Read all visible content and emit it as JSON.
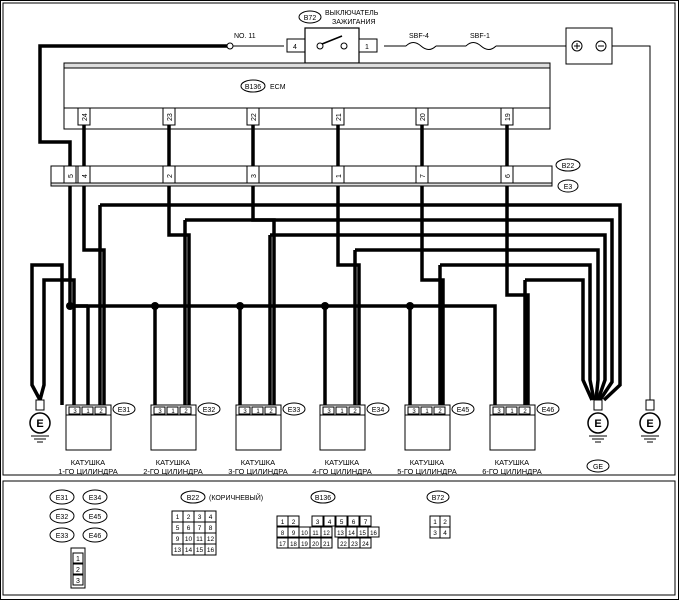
{
  "ignition": {
    "tag": "B72",
    "label_line1": "ВЫКЛЮЧАТЕЛЬ",
    "label_line2": "ЗАЖИГАНИЯ",
    "fuse_no11": "NO. 11",
    "pin_left": "4",
    "pin_right": "1",
    "sbf4": "SBF-4",
    "sbf1": "SBF-1"
  },
  "ecm": {
    "tag": "B136",
    "label": "ECM",
    "pins": [
      "24",
      "23",
      "22",
      "21",
      "20",
      "19"
    ]
  },
  "connector": {
    "tag_top": "B22",
    "tag_bottom": "E3",
    "pins": [
      "5",
      "4",
      "2",
      "3",
      "1",
      "7",
      "6"
    ]
  },
  "coils": [
    {
      "tag": "E31",
      "label1": "КАТУШКА",
      "label2": "1-ГО ЦИЛИНДРА",
      "pins": [
        "3",
        "1",
        "2"
      ]
    },
    {
      "tag": "E32",
      "label1": "КАТУШКА",
      "label2": "2-ГО ЦИЛИНДРА",
      "pins": [
        "3",
        "1",
        "2"
      ]
    },
    {
      "tag": "E33",
      "label1": "КАТУШКА",
      "label2": "3-ГО ЦИЛИНДРА",
      "pins": [
        "3",
        "1",
        "2"
      ]
    },
    {
      "tag": "E34",
      "label1": "КАТУШКА",
      "label2": "4-ГО ЦИЛИНДРА",
      "pins": [
        "3",
        "1",
        "2"
      ]
    },
    {
      "tag": "E45",
      "label1": "КАТУШКА",
      "label2": "5-ГО ЦИЛИНДРА",
      "pins": [
        "3",
        "1",
        "2"
      ]
    },
    {
      "tag": "E46",
      "label1": "КАТУШКА",
      "label2": "6-ГО ЦИЛИНДРА",
      "pins": [
        "3",
        "1",
        "2"
      ]
    }
  ],
  "grounds": {
    "ground_symbol": "E",
    "ge_tag": "GE"
  },
  "legend": {
    "coil_tags": [
      "E31",
      "E34",
      "E32",
      "E45",
      "E33",
      "E46"
    ],
    "coil_pins": [
      "1",
      "2",
      "3"
    ],
    "b22_tag": "B22",
    "b22_note": "(КОРИЧНЕВЫЙ)",
    "b22_rows": [
      [
        "1",
        "2",
        "3",
        "4"
      ],
      [
        "5",
        "6",
        "7",
        "8"
      ],
      [
        "9",
        "10",
        "11",
        "12"
      ],
      [
        "13",
        "14",
        "15",
        "16"
      ]
    ],
    "b136_tag": "B136",
    "b136_row1": [
      "1",
      "2",
      "3",
      "4",
      "5",
      "6",
      "7"
    ],
    "b136_row2": [
      "8",
      "9",
      "10",
      "11",
      "12",
      "13",
      "14",
      "15",
      "16"
    ],
    "b136_row3": [
      "17",
      "18",
      "19",
      "20",
      "21",
      "22",
      "23",
      "24"
    ],
    "b72_tag": "B72",
    "b72_rows": [
      [
        "1",
        "2"
      ],
      [
        "3",
        "4"
      ]
    ]
  }
}
